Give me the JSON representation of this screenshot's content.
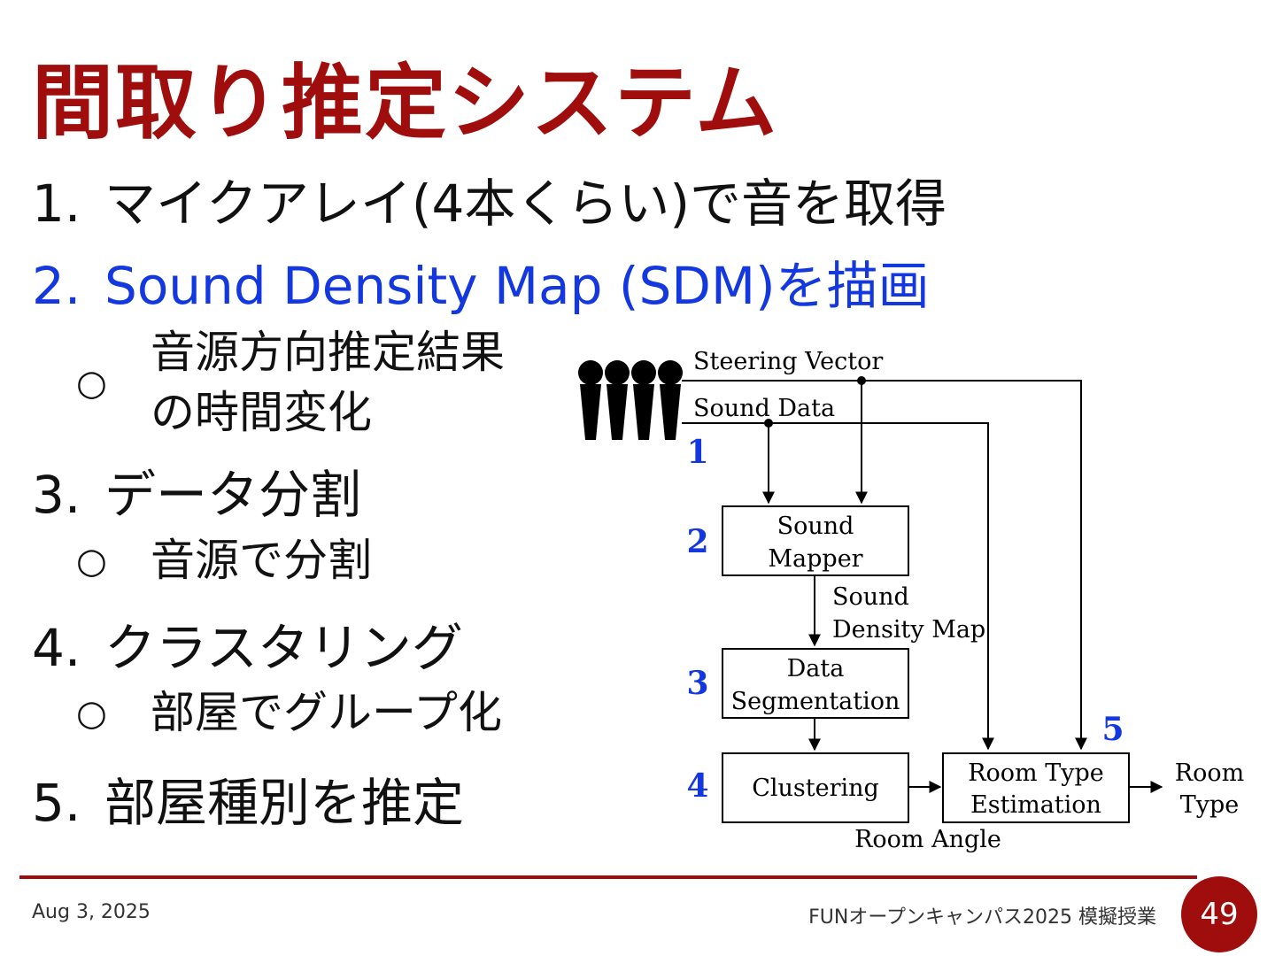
{
  "title": "間取り推定システム",
  "steps": [
    {
      "num": "1.",
      "text": "マイクアレイ(4本くらい)で音を取得"
    },
    {
      "num": "2.",
      "text": "Sound Density Map (SDM)を描画",
      "color": "#1438e0",
      "sub": "音源方向推定結果\nの時間変化"
    },
    {
      "num": "3.",
      "text": "データ分割",
      "sub": "音源で分割"
    },
    {
      "num": "4.",
      "text": "クラスタリング",
      "sub": "部屋でグループ化"
    },
    {
      "num": "5.",
      "text": "部屋種別を推定"
    }
  ],
  "bullet": "○",
  "diagram": {
    "icon": "microphone-array-icon",
    "signals": {
      "steering": "Steering Vector",
      "sound": "Sound Data"
    },
    "boxes": {
      "sound_mapper": [
        "Sound",
        "Mapper"
      ],
      "data_segmentation": [
        "Data",
        "Segmentation"
      ],
      "clustering": "Clustering",
      "room_type_estimation": [
        "Room Type",
        "Estimation"
      ]
    },
    "labels": {
      "sdm": [
        "Sound",
        "Density Map"
      ],
      "room_angle": "Room Angle",
      "room_type": [
        "Room",
        "Type"
      ]
    },
    "step_numbers": [
      "1",
      "2",
      "3",
      "4",
      "5"
    ],
    "number_color": "#1438e0"
  },
  "footer": {
    "date": "Aug 3, 2025",
    "event": "FUNオープンキャンパス2025 模擬授業",
    "page": "49"
  },
  "accent_color": "#a00d0d"
}
